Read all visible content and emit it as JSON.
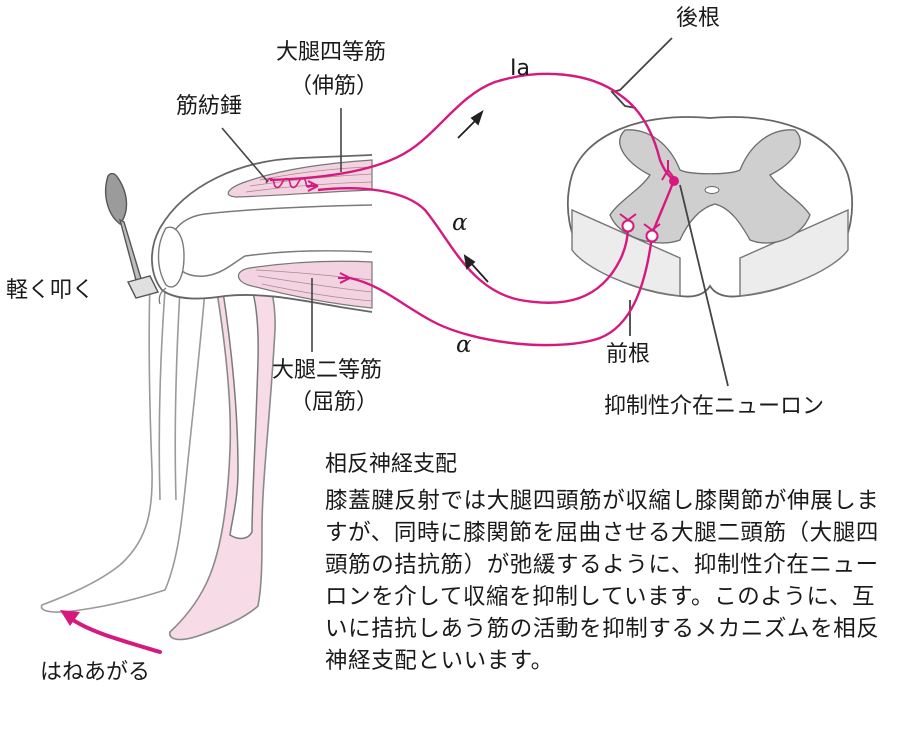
{
  "labels": {
    "quadriceps": "大腿四等筋",
    "quadriceps_sub": "（伸筋）",
    "muscle_spindle": "筋紡錘",
    "fiber_ia": "Ia",
    "dorsal_root": "後根",
    "alpha_upper": "α",
    "alpha_lower": "α",
    "tap": "軽く叩く",
    "hamstrings": "大腿二等筋",
    "hamstrings_sub": "（屈筋）",
    "ventral_root": "前根",
    "interneuron": "抑制性介在ニューロン",
    "kick": "はねあがる"
  },
  "explanation": {
    "title": "相反神経支配",
    "body": "膝蓋腱反射では大腿四頭筋が収縮し膝関節が伸展しますが、同時に膝関節を屈曲させる大腿二頭筋（大腿四頭筋の拮抗筋）が弛緩するように、抑制性介在ニューロンを介して収縮を抑制しています。このように、互いに拮抗しあう筋の活動を抑制するメカニズムを相反神経支配といいます。"
  },
  "colors": {
    "nerve": "#d6197e",
    "muscle_fill": "#f3d3e1",
    "leg_fill": "#f7dbe7",
    "gray_matter": "#cfcfcf",
    "outline": "#555555"
  },
  "icons": {
    "reflex_hammer": "reflex-hammer-icon",
    "flow_arrow": "arrow-icon"
  }
}
